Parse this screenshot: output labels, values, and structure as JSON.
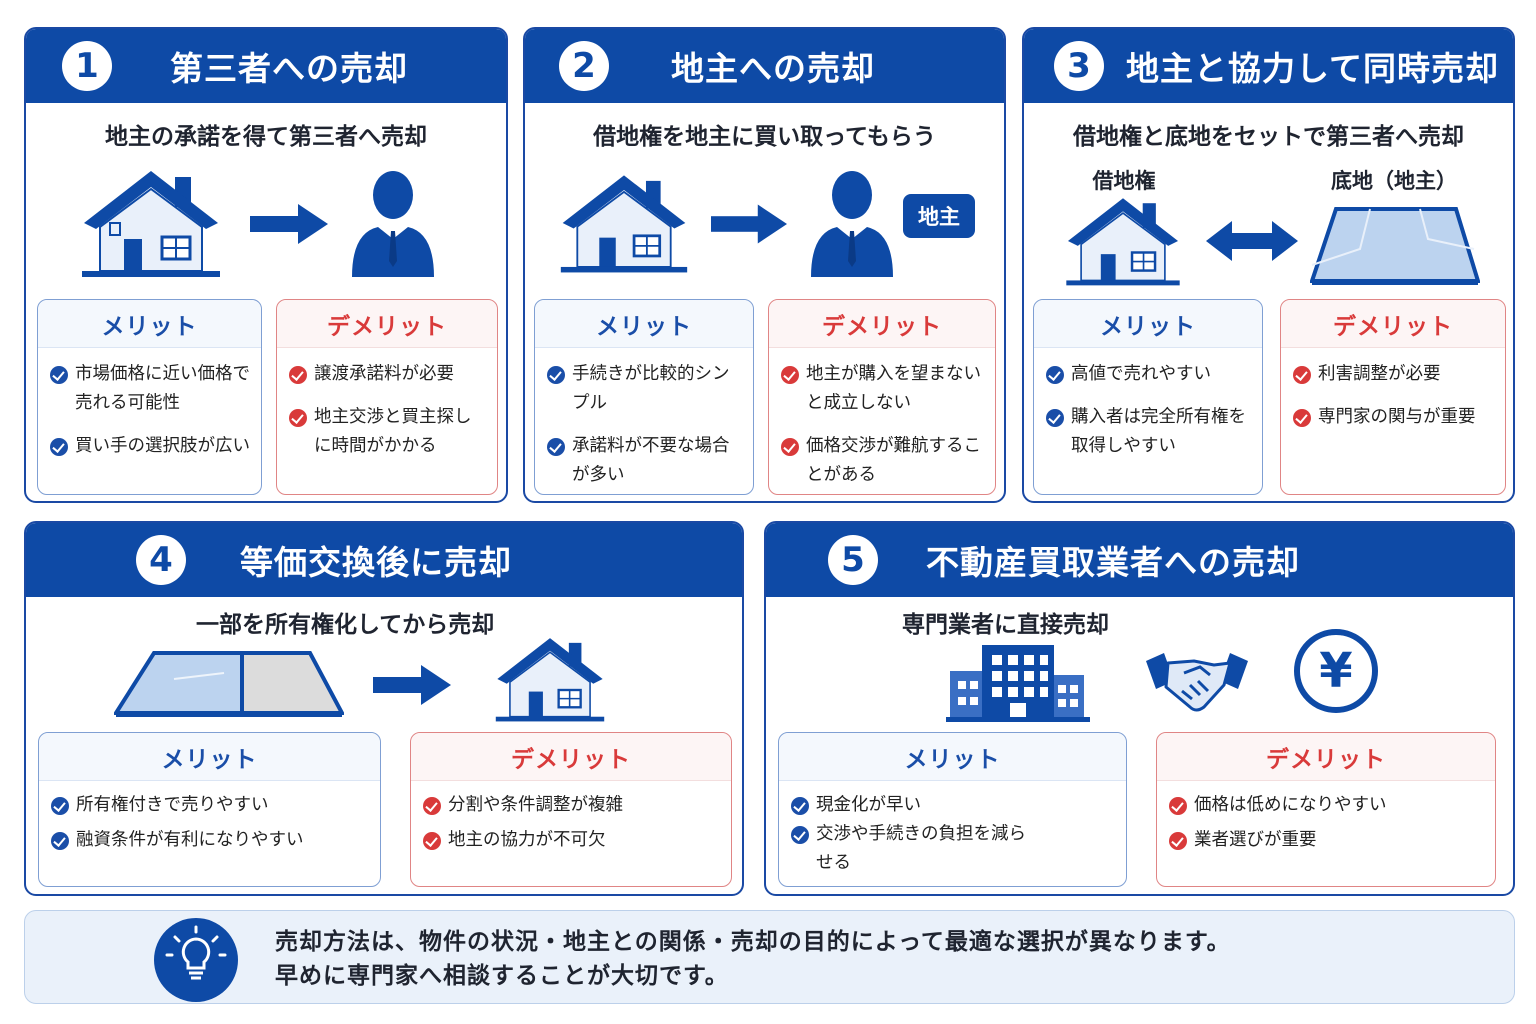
{
  "cards": [
    {
      "number": "1",
      "title": "第三者への売却",
      "subtitle": "地主の承諾を得て第三者へ売却",
      "merit": {
        "title": "メリット",
        "items": [
          "市場価格に近い価格で売れる可能性",
          "買い手の選択肢が広い"
        ]
      },
      "demerit": {
        "title": "デメリット",
        "items": [
          "譲渡承諾料が必要",
          "地主交渉と買主探しに時間がかかる"
        ]
      }
    },
    {
      "number": "2",
      "title": "地主への売却",
      "subtitle": "借地権を地主に買い取ってもらう",
      "tag": "地主",
      "merit": {
        "title": "メリット",
        "items": [
          "手続きが比較的シンプル",
          "承諾料が不要な場合が多い"
        ]
      },
      "demerit": {
        "title": "デメリット",
        "items": [
          "地主が購入を望まないと成立しない",
          "価格交渉が難航することがある"
        ]
      }
    },
    {
      "number": "3",
      "title": "地主と協力して同時売却",
      "subtitle": "借地権と底地をセットで第三者へ売却",
      "label_left": "借地権",
      "label_right": "底地（地主）",
      "merit": {
        "title": "メリット",
        "items": [
          "高値で売れやすい",
          "購入者は完全所有権を取得しやすい"
        ]
      },
      "demerit": {
        "title": "デメリット",
        "items": [
          "利害調整が必要",
          "専門家の関与が重要"
        ]
      }
    },
    {
      "number": "4",
      "title": "等価交換後に売却",
      "subtitle": "一部を所有権化してから売却",
      "merit": {
        "title": "メリット",
        "items": [
          "所有権付きで売りやすい",
          "融資条件が有利になりやすい"
        ]
      },
      "demerit": {
        "title": "デメリット",
        "items": [
          "分割や条件調整が複雑",
          "地主の協力が不可欠"
        ]
      }
    },
    {
      "number": "5",
      "title": "不動産買取業者への売却",
      "subtitle": "専門業者に直接売却",
      "yen": "¥",
      "merit": {
        "title": "メリット",
        "items": [
          "現金化が早い",
          "交渉や手続きの負担を減らせる"
        ]
      },
      "demerit": {
        "title": "デメリット",
        "items": [
          "価格は低めになりやすい",
          "業者選びが重要"
        ]
      }
    }
  ],
  "note": {
    "line1": "売却方法は、物件の状況・地主との関係・売却の目的によって最適な選択が異なります。",
    "line2": "早めに専門家へ相談することが大切です。"
  },
  "colors": {
    "primary": "#0e4aa6",
    "merit": "#1a4ea8",
    "demerit": "#d93a3a",
    "note_bg": "#eaf1fa"
  }
}
